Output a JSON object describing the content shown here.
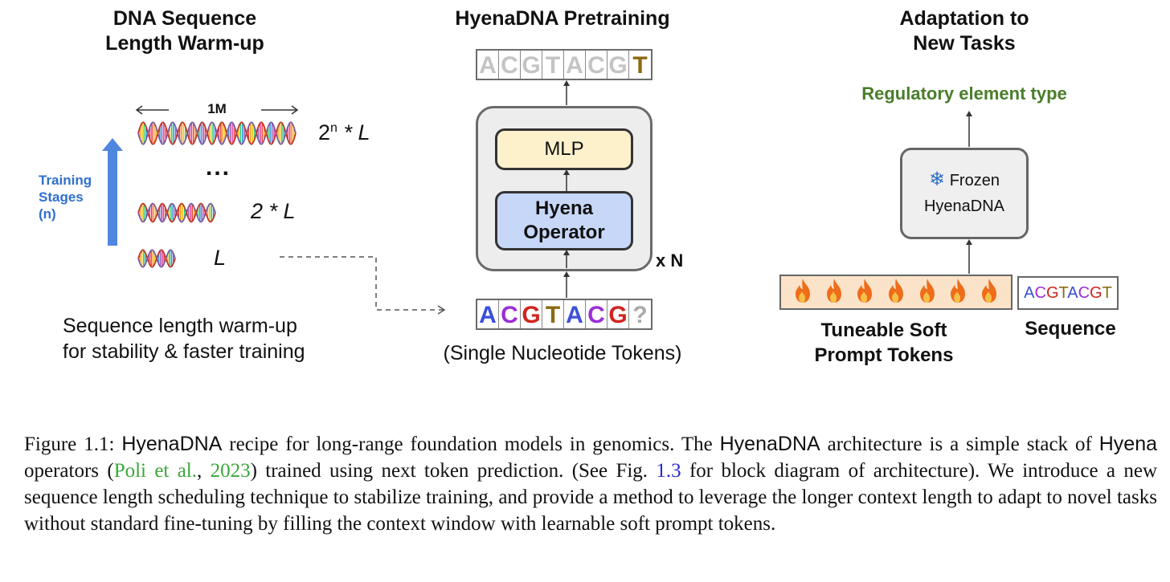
{
  "left": {
    "title_line1": "DNA Sequence",
    "title_line2": "Length Warm-up",
    "length_label": "1M",
    "stage_label_top": "2",
    "stage_label_sup": "n",
    "stage_label_rest": " * L",
    "ellipsis": "...",
    "mid_label": "2 * L",
    "base_label": "L",
    "training_line1": "Training",
    "training_line2": "Stages",
    "training_line3": "(n)",
    "desc_line1": "Sequence length warm-up",
    "desc_line2": "for stability & faster training"
  },
  "middle": {
    "title": "HyenaDNA Pretraining",
    "output_tokens": [
      "A",
      "C",
      "G",
      "T",
      "A",
      "C",
      "G",
      "T"
    ],
    "mlp_label": "MLP",
    "hyena_line1": "Hyena",
    "hyena_line2": "Operator",
    "repeat_label": "x N",
    "input_tokens": [
      "A",
      "C",
      "G",
      "T",
      "A",
      "C",
      "G",
      "?"
    ],
    "tokens_caption": "(Single Nucleotide Tokens)"
  },
  "right": {
    "title_line1": "Adaptation to",
    "title_line2": "New Tasks",
    "output_label": "Regulatory element type",
    "frozen_label": "Frozen",
    "model_label": "HyenaDNA",
    "sequence_chars": [
      "A",
      "C",
      "G",
      "T",
      "A",
      "C",
      "G",
      "T"
    ],
    "prompt_label_line1": "Tuneable Soft",
    "prompt_label_line2": "Prompt Tokens",
    "sequence_label": "Sequence"
  },
  "caption": {
    "prefix": "Figure 1.1: ",
    "model1": "HyenaDNA",
    "t1": " recipe for long-range foundation models in genomics. The ",
    "model2": "HyenaDNA",
    "t2": " architecture is a simple stack of ",
    "op": "Hyena",
    "t3": " operators (",
    "cite_author": "Poli et al.",
    "t4": ", ",
    "cite_year": "2023",
    "t5": ") trained using next token prediction. (See Fig. ",
    "fig_ref": "1.3",
    "t6": " for block diagram of architecture). We introduce a new sequence length scheduling technique to stabilize training, and provide a method to leverage the longer context length to adapt to novel tasks without standard fine-tuning by filling the context window with learnable soft prompt tokens."
  },
  "colors": {
    "nucleotide_A": "#3b4fd8",
    "nucleotide_C": "#9b2fd6",
    "nucleotide_G": "#d2241f",
    "nucleotide_T": "#8c6a12",
    "unknown": "#aaaaaa",
    "stage_arrow": "#4f86e0",
    "output_green": "#4a7d2a",
    "snowflake": "#2f6fc6",
    "flame": "#ef6c1a"
  },
  "icons": {
    "dna": "dna-helix-icon",
    "snowflake": "snowflake-icon",
    "flame": "flame-icon"
  }
}
